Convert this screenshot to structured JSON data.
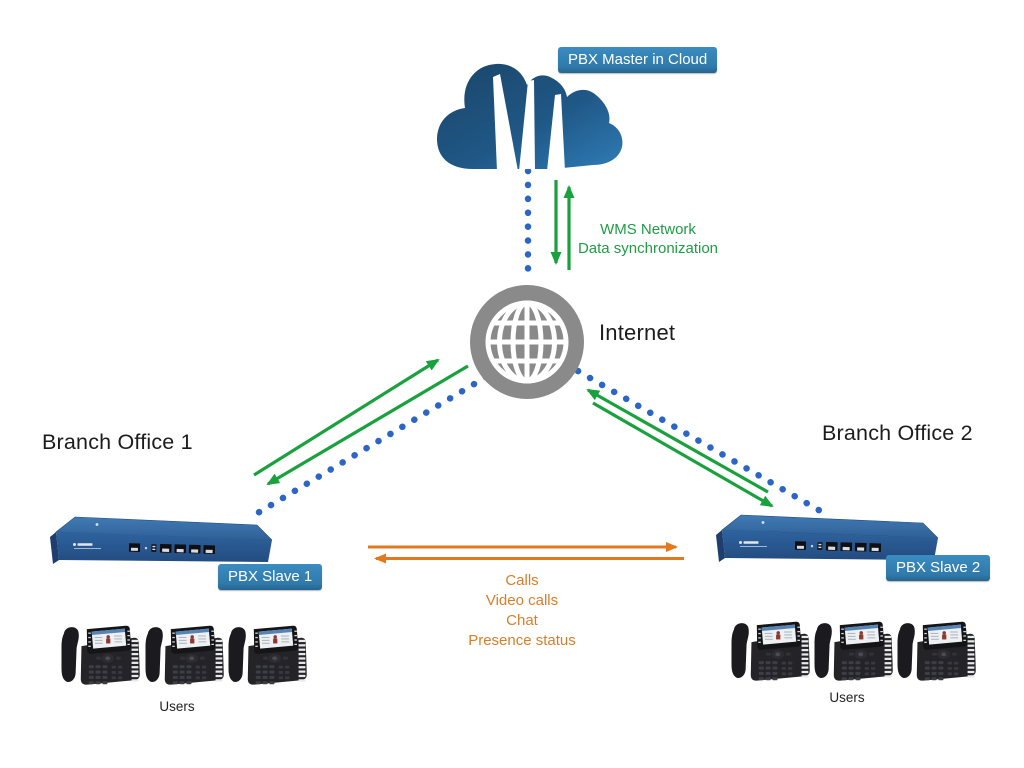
{
  "cloud": {
    "label": "PBX Master in Cloud"
  },
  "internet": {
    "label": "Internet"
  },
  "sync": {
    "line1": "WMS Network",
    "line2": "Data synchronization"
  },
  "services": {
    "lines": [
      "Calls",
      "Video calls",
      "Chat",
      "Presence status"
    ]
  },
  "branch1": {
    "title": "Branch Office 1",
    "pbx_label": "PBX Slave 1",
    "users_label": "Users"
  },
  "branch2": {
    "title": "Branch Office 2",
    "pbx_label": "PBX Slave 2",
    "users_label": "Users"
  },
  "colors": {
    "sync_green": "#18a13c",
    "services_orange": "#e2791f",
    "dotted_blue": "#2b66c6",
    "cloud_blue": "#1d4e79",
    "tag_blue": "#3181b4",
    "globe_gray": "#8a8a8a"
  }
}
